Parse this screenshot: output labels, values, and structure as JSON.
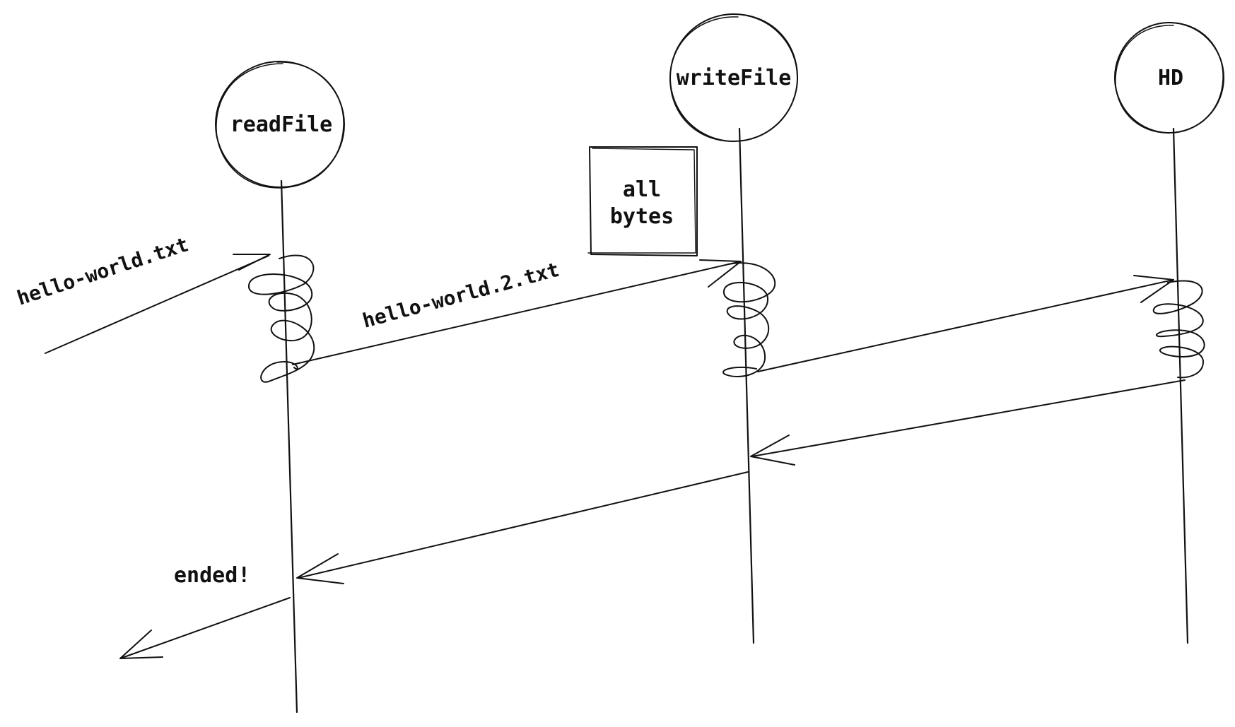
{
  "participants": {
    "read_file": "readFile",
    "write_file": "writeFile",
    "hd": "HD"
  },
  "messages": {
    "input_file": "hello-world.txt",
    "output_file": "hello-world.2.txt",
    "ended": "ended!"
  },
  "note": {
    "line1": "all",
    "line2": "bytes"
  },
  "colors": {
    "ink": "#111111",
    "background": "#ffffff"
  }
}
